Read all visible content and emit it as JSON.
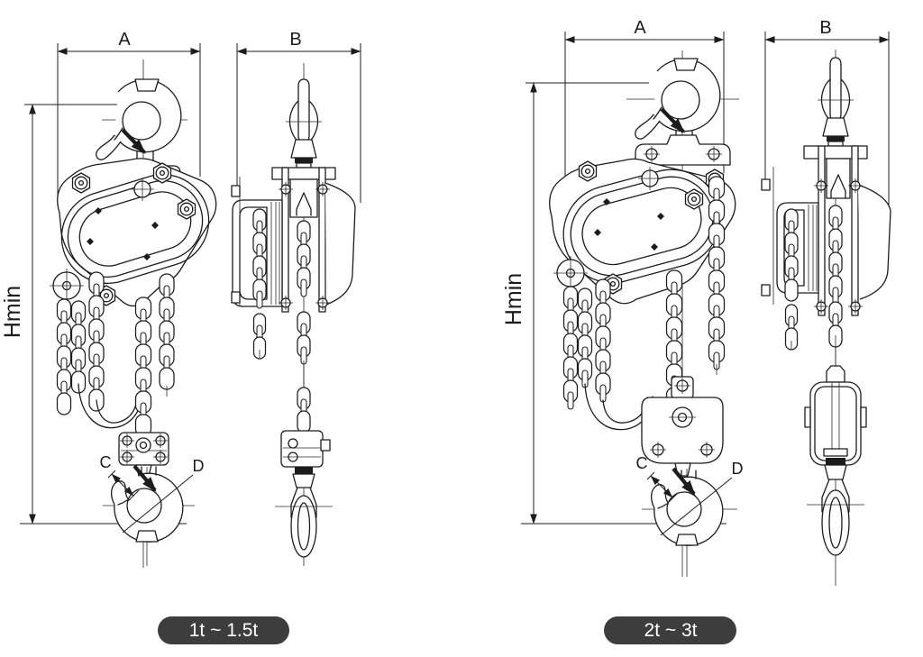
{
  "diagram": {
    "type": "technical-dimension-drawing",
    "subject": "manual chain hoist front and side views",
    "colors": {
      "background": "#ffffff",
      "line": "#1c1c1c",
      "badge_background": "#3d3d3d",
      "badge_text": "#ffffff"
    },
    "labels": {
      "a": "A",
      "b": "B",
      "c": "C",
      "d": "D",
      "hmin": "Hmin"
    },
    "variants": [
      {
        "capacity": "1t ~ 1.5t"
      },
      {
        "capacity": "2t ~ 3t"
      }
    ]
  }
}
